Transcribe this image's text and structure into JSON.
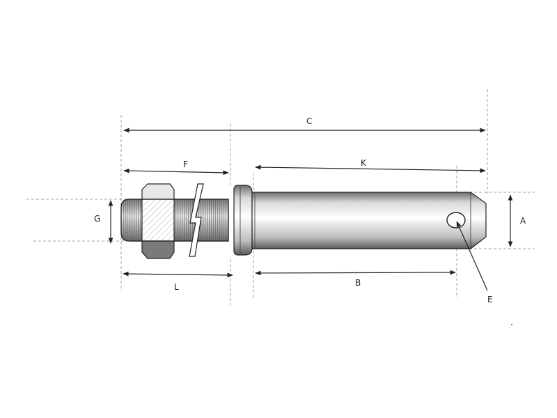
{
  "labels": {
    "A": "A",
    "B": "B",
    "C": "C",
    "E": "E",
    "F": "F",
    "G": "G",
    "K": "K",
    "L": "L"
  },
  "colors": {
    "line": "#222222",
    "extension": "#888888",
    "pin_light": "#f4f4f4",
    "pin_dark": "#8a8a8a",
    "nut_dark": "#7a7a7a"
  }
}
